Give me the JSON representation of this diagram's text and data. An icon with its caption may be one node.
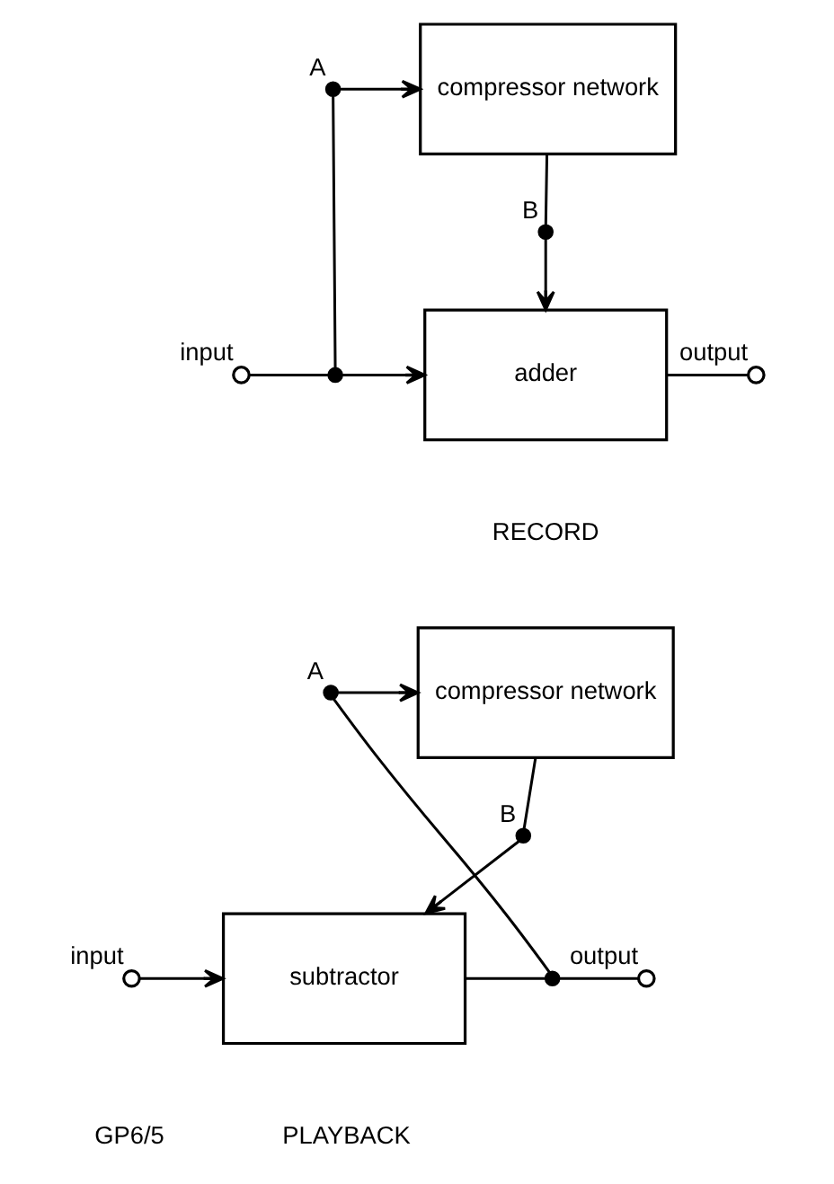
{
  "diagram": {
    "nodes": [
      {
        "text": [
          "compressor network"
        ]
      },
      {
        "text": [
          "adder"
        ]
      },
      {
        "text": [],
        "shape": "circle",
        "beside": [
          "input"
        ]
      },
      {
        "text": [],
        "shape": "circle",
        "beside": [
          "output"
        ]
      },
      {
        "text": [],
        "shape": "point"
      },
      {
        "text": [],
        "shape": "point",
        "beside": [
          "A"
        ]
      },
      {
        "text": [],
        "shape": "point",
        "beside": [
          "B"
        ]
      },
      {
        "text": [
          "compressor network"
        ]
      },
      {
        "text": [
          "subtractor"
        ]
      },
      {
        "text": [],
        "shape": "circle",
        "beside": [
          "input"
        ]
      },
      {
        "text": [],
        "shape": "circle",
        "beside": [
          "output"
        ]
      },
      {
        "text": [],
        "shape": "point"
      },
      {
        "text": [],
        "shape": "point",
        "beside": [
          "A"
        ]
      },
      {
        "text": [],
        "shape": "point",
        "beside": [
          "B"
        ]
      }
    ],
    "edges": [
      {
        "from": 2,
        "to": 4,
        "arrow": "none"
      },
      {
        "from": 4,
        "to": 5,
        "arrow": "none"
      },
      {
        "from": 5,
        "to": 0,
        "arrow": "to"
      },
      {
        "from": 4,
        "to": 1,
        "arrow": "to"
      },
      {
        "from": 0,
        "to": 6,
        "arrow": "none"
      },
      {
        "from": 6,
        "to": 1,
        "arrow": "to"
      },
      {
        "from": 1,
        "to": 3,
        "arrow": "none"
      },
      {
        "from": 9,
        "to": 8,
        "arrow": "to"
      },
      {
        "from": 8,
        "to": 11,
        "arrow": "none"
      },
      {
        "from": 11,
        "to": 10,
        "arrow": "none"
      },
      {
        "from": 11,
        "to": 12,
        "arrow": "none"
      },
      {
        "from": 12,
        "to": 7,
        "arrow": "to"
      },
      {
        "from": 7,
        "to": 13,
        "arrow": "none"
      },
      {
        "from": 13,
        "to": 8,
        "arrow": "to"
      }
    ],
    "labels": [
      "RECORD",
      "GP6/5",
      "PLAYBACK"
    ]
  }
}
